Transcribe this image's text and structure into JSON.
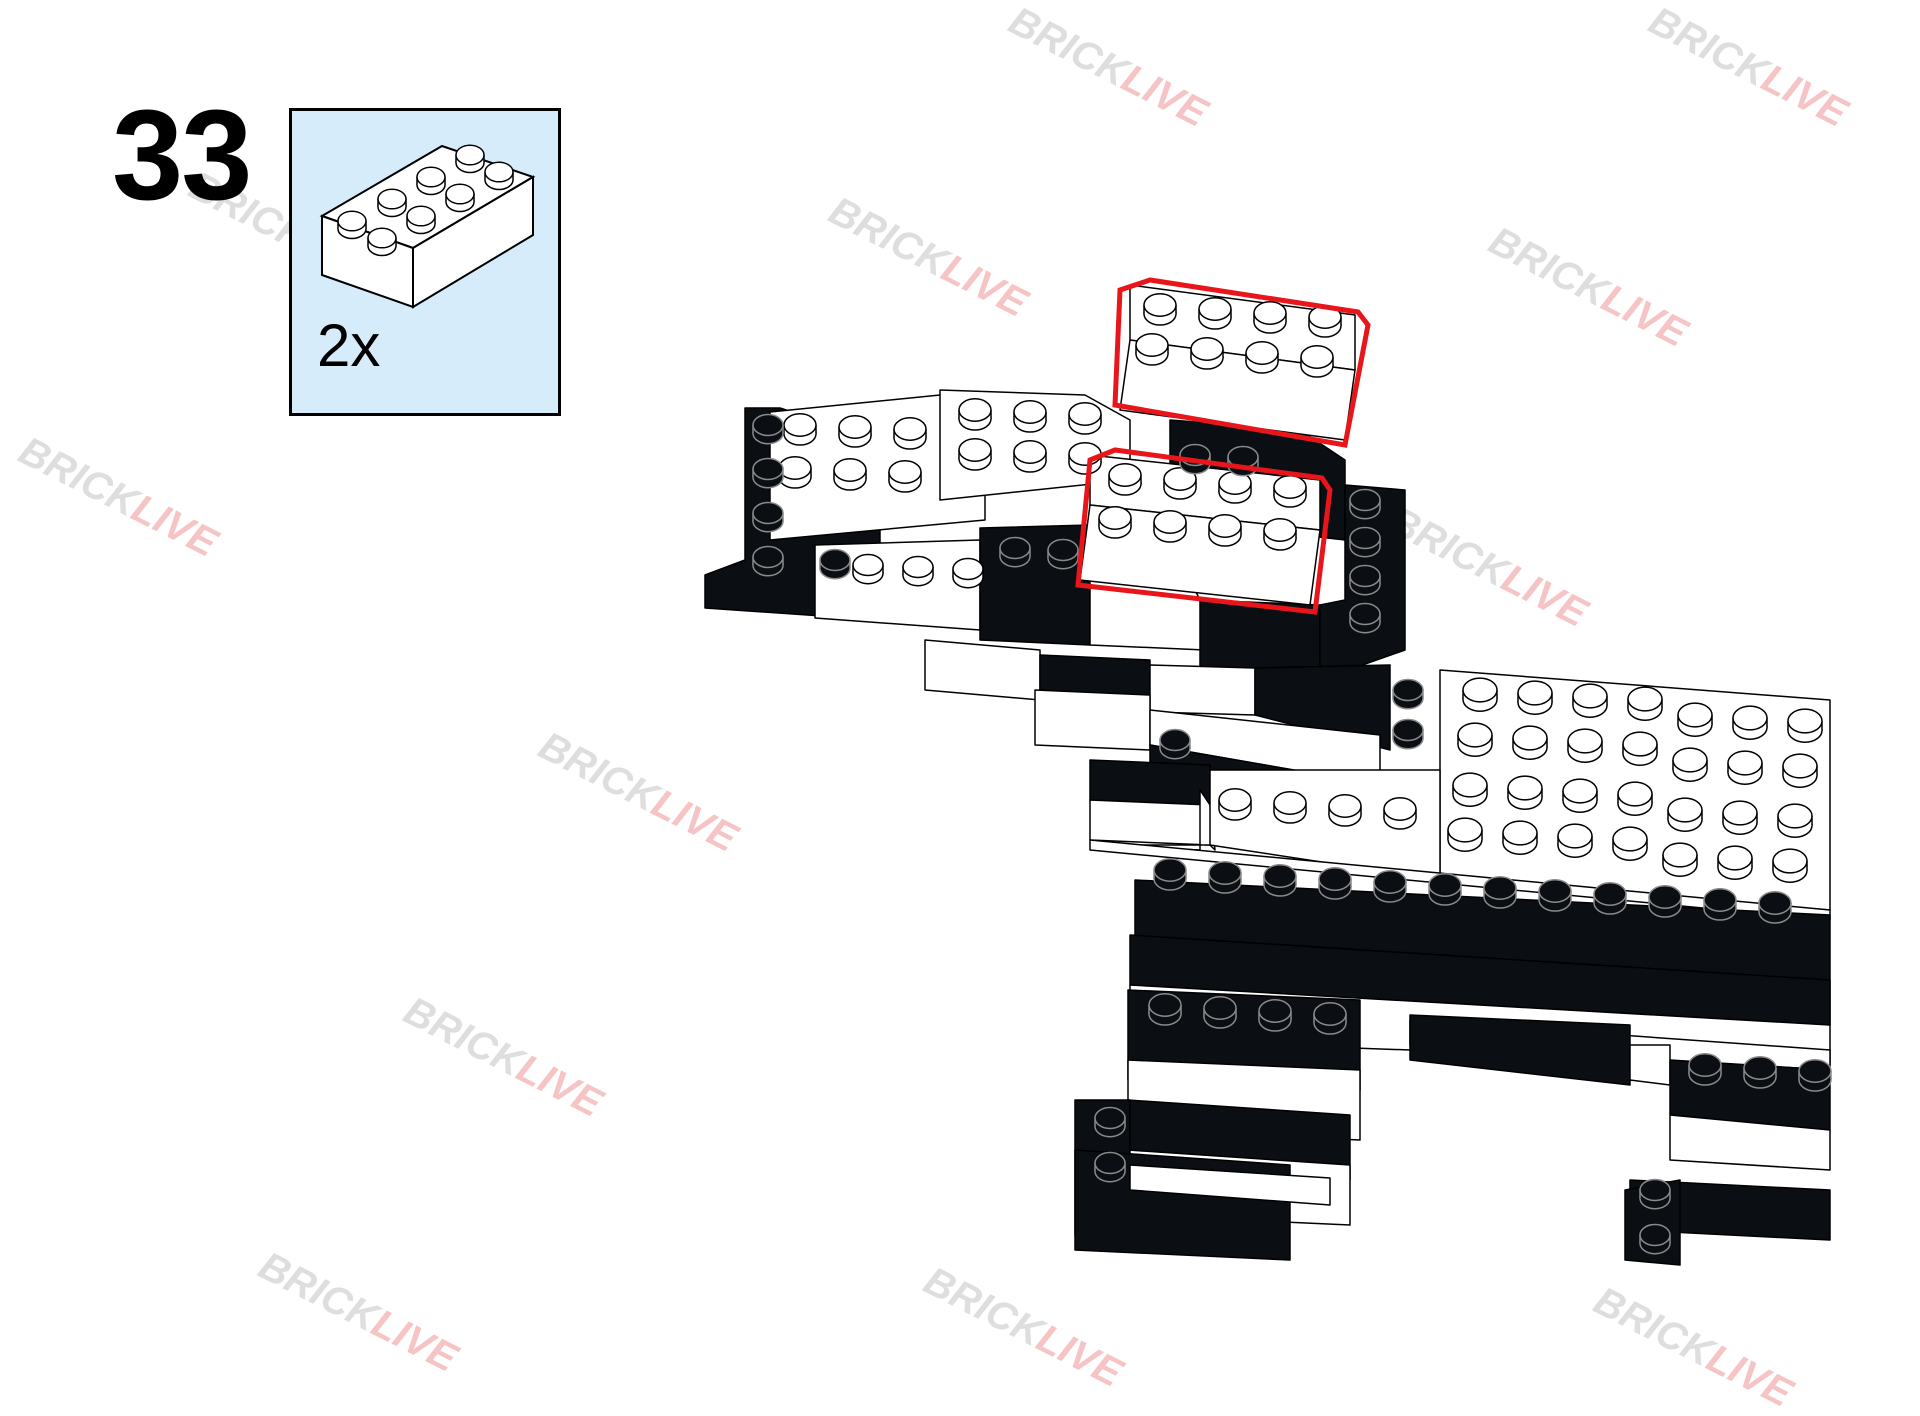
{
  "step": {
    "number": "33"
  },
  "parts_list": [
    {
      "part": "brick-2x4",
      "color": "#ffffff",
      "quantity_label": "2x"
    }
  ],
  "watermark": {
    "part1": "BRICK",
    "part2": "LIVE",
    "color1": "#8a8a8a",
    "color2": "#e03030"
  },
  "colors": {
    "black_brick": "#0b0f14",
    "white_brick": "#ffffff",
    "highlight": "#e8161b",
    "panel": "#d6ecfb"
  }
}
